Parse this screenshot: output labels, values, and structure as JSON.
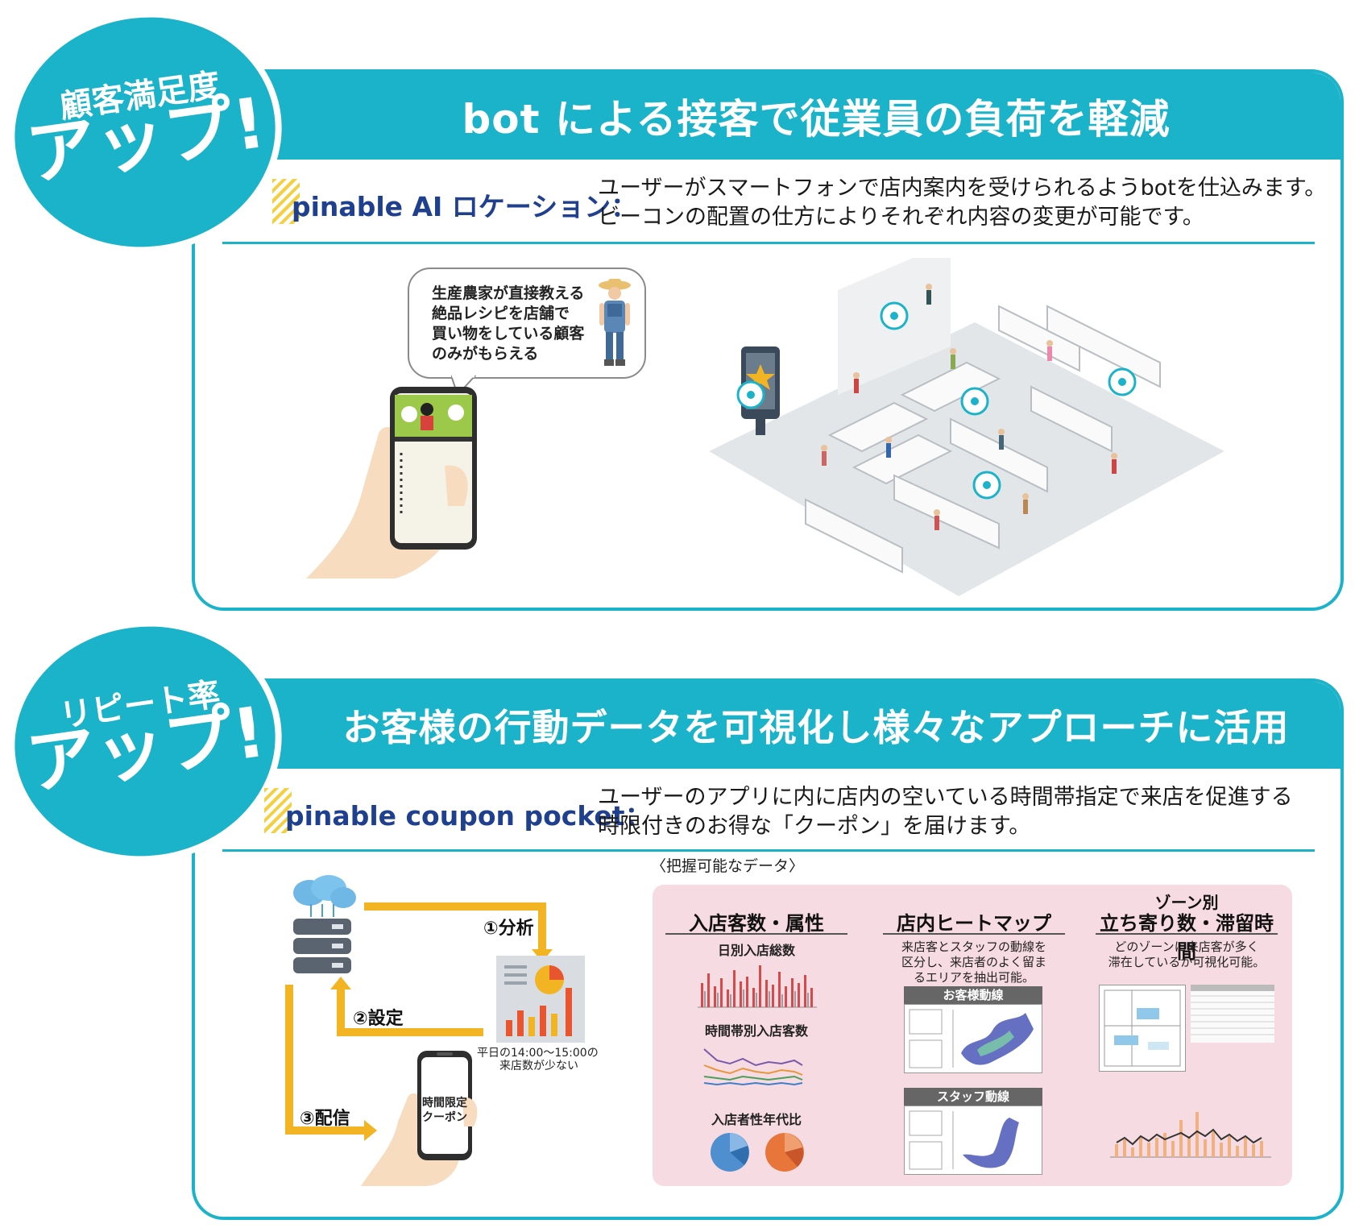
{
  "section1": {
    "badge_small": "顧客満足度",
    "badge_big": "アップ!",
    "header": "bot による接客で従業員の負荷を軽減",
    "product_name": "pinable AI ロケーション：",
    "desc_line1": "ユーザーがスマートフォンで店内案内を受けられるようbotを仕込みます。",
    "desc_line2": "ビーコンの配置の仕方によりそれぞれ内容の変更が可能です。",
    "bubble_lines": [
      "生産農家が直接教える",
      "絶品レシピを店舗で",
      "買い物をしている顧客",
      "のみがもらえる"
    ]
  },
  "section2": {
    "badge_small": "リピート率",
    "badge_big": "アップ!",
    "header": "お客様の行動データを可視化し様々なアプローチに活用",
    "product_name": "pinable coupon pocket：",
    "desc_line1": "ユーザーのアプリに内に店内の空いている時間帯指定で来店を促進する",
    "desc_line2": "時限付きのお得な「クーポン」を届けます。",
    "flow": {
      "step1": "①分析",
      "step2": "②設定",
      "step3": "③配信",
      "analysis_note_line1": "平日の14:00～15:00の",
      "analysis_note_line2": "来店数が少ない",
      "phone_line1": "時間限定",
      "phone_line2": "クーポン"
    },
    "data_caption": "〈把握可能なデータ〉",
    "columns": {
      "c1_title": "入店客数・属性",
      "c1_sub1": "日別入店総数",
      "c1_sub2": "時間帯別入店客数",
      "c1_sub3": "入店者性年代比",
      "c2_title": "店内ヒートマップ",
      "c2_note": [
        "来店客とスタッフの動線を",
        "区分し、来店者のよく留ま",
        "るエリアを抽出可能。"
      ],
      "c2_label1": "お客様動線",
      "c2_label2": "スタッフ動線",
      "c3_title_top": "ゾーン別",
      "c3_title": "立ち寄り数・滞留時間",
      "c3_note": [
        "どのゾーンに来店客が多く",
        "滞在しているか可視化可能。"
      ]
    }
  },
  "colors": {
    "accent": "#1ab3c9",
    "arrow": "#f3b423",
    "product_text": "#1f3f8f",
    "pink_bg": "#f7dbe2"
  }
}
